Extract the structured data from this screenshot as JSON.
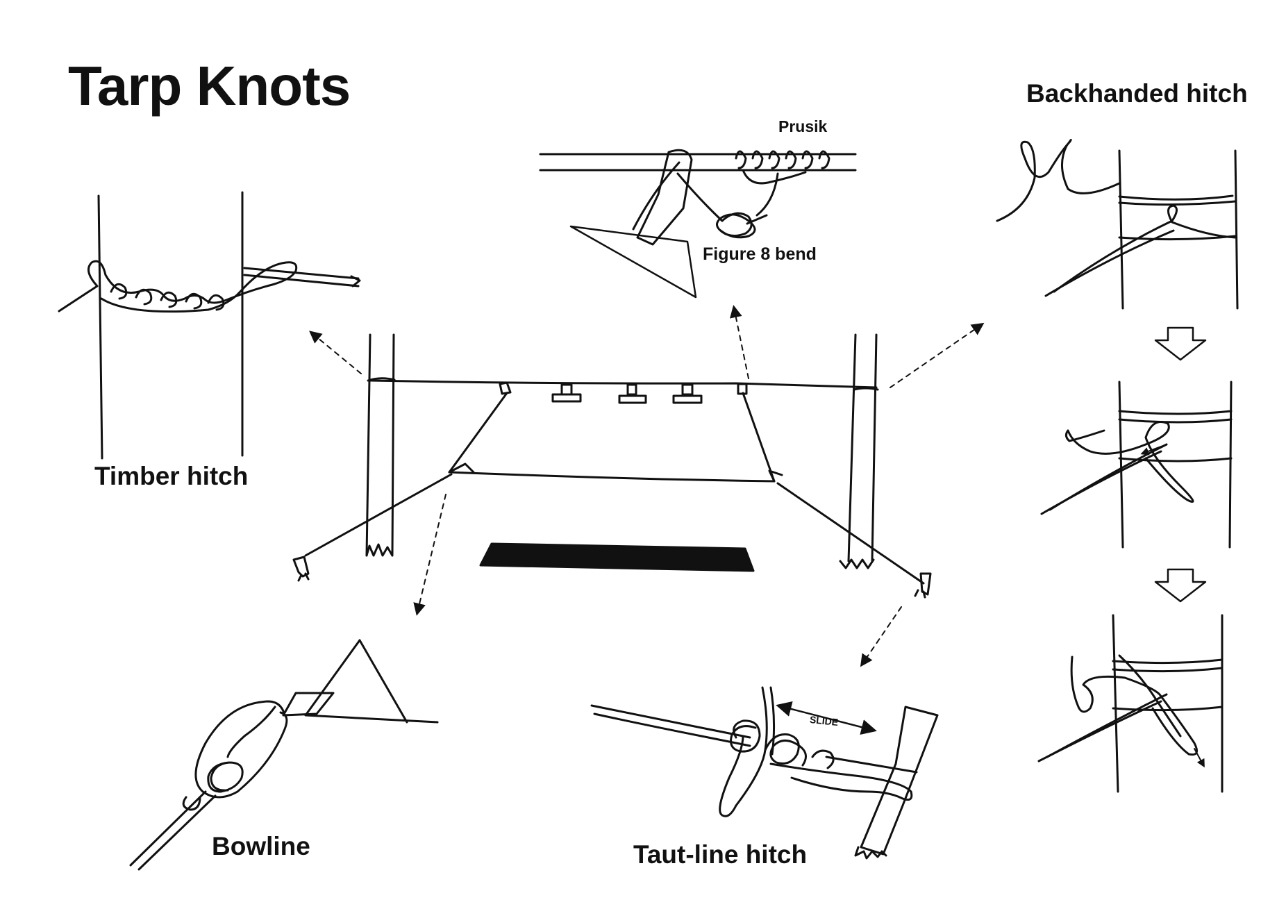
{
  "title": "Tarp Knots",
  "knots": {
    "timber_hitch": "Timber hitch",
    "prusik": "Prusik",
    "figure_8_bend": "Figure 8 bend",
    "backhanded_hitch": "Backhanded hitch",
    "bowline": "Bowline",
    "taut_line_hitch": "Taut-line hitch"
  },
  "annotations": {
    "slide": "SLIDE"
  },
  "colors": {
    "ink": "#111111",
    "paper": "#ffffff"
  }
}
